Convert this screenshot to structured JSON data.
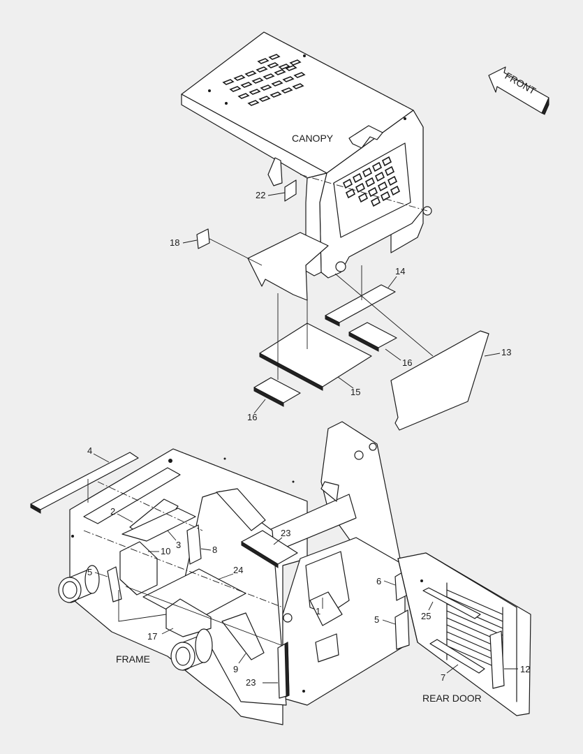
{
  "labels": {
    "canopy": "CANOPY",
    "frame": "FRAME",
    "rear_door": "REAR DOOR",
    "front": "FRONT"
  },
  "callouts": [
    {
      "id": "c1",
      "text": "1"
    },
    {
      "id": "c2",
      "text": "2"
    },
    {
      "id": "c3",
      "text": "3"
    },
    {
      "id": "c4",
      "text": "4"
    },
    {
      "id": "c5a",
      "text": "5"
    },
    {
      "id": "c5b",
      "text": "5"
    },
    {
      "id": "c6",
      "text": "6"
    },
    {
      "id": "c7",
      "text": "7"
    },
    {
      "id": "c8",
      "text": "8"
    },
    {
      "id": "c9",
      "text": "9"
    },
    {
      "id": "c10",
      "text": "10"
    },
    {
      "id": "c12",
      "text": "12"
    },
    {
      "id": "c13",
      "text": "13"
    },
    {
      "id": "c14",
      "text": "14"
    },
    {
      "id": "c15",
      "text": "15"
    },
    {
      "id": "c16a",
      "text": "16"
    },
    {
      "id": "c16b",
      "text": "16"
    },
    {
      "id": "c17",
      "text": "17"
    },
    {
      "id": "c18",
      "text": "18"
    },
    {
      "id": "c22",
      "text": "22"
    },
    {
      "id": "c23a",
      "text": "23"
    },
    {
      "id": "c23b",
      "text": "23"
    },
    {
      "id": "c24",
      "text": "24"
    },
    {
      "id": "c25",
      "text": "25"
    }
  ]
}
